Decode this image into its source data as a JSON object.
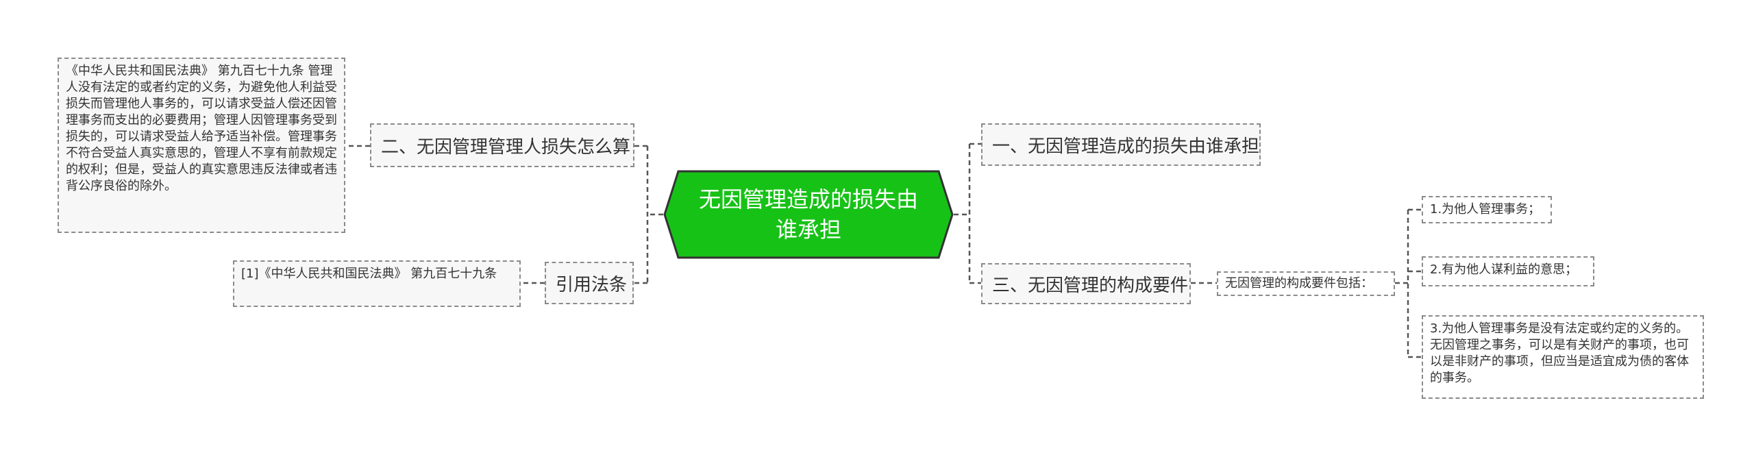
{
  "colors": {
    "central_fill": "#17c217",
    "central_border": "#333333",
    "line": "#555555",
    "node_border": "#8a8a8a",
    "node_bg": "#f7f7f7"
  },
  "central": {
    "title": "无因管理造成的损失由谁承担"
  },
  "left": {
    "topic_loss": "二、无因管理管理人损失怎么算",
    "loss_detail": "《中华人民共和国民法典》 第九百七十九条 管理人没有法定的或者约定的义务，为避免他人利益受损失而管理他人事务的，可以请求受益人偿还因管理事务而支出的必要费用；管理人因管理事务受到损失的，可以请求受益人给予适当补偿。管理事务不符合受益人真实意思的，管理人不享有前款规定的权利；但是，受益人的真实意思违反法律或者违背公序良俗的除外。",
    "topic_cite": "引用法条",
    "cite_detail": "[1]《中华人民共和国民法典》 第九百七十九条"
  },
  "right": {
    "topic_who": "一、无因管理造成的损失由谁承担",
    "topic_elements": "三、无因管理的构成要件",
    "elements_intro": "无因管理的构成要件包括：",
    "element_1": "1.为他人管理事务；",
    "element_2": "2.有为他人谋利益的意思；",
    "element_3": "3.为他人管理事务是没有法定或约定的义务的。无因管理之事务，可以是有关财产的事项，也可以是非财产的事项，但应当是适宜成为债的客体的事务。"
  }
}
